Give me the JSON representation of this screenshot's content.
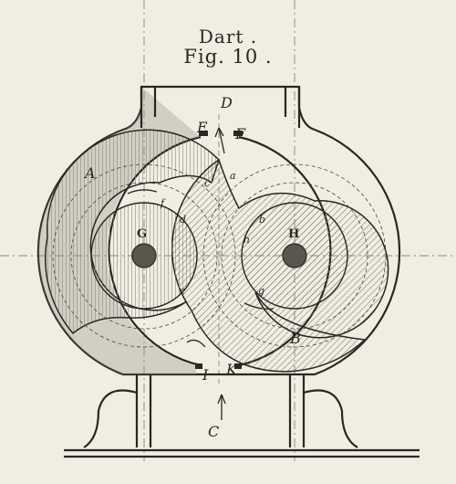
{
  "title": {
    "line1": "Dart .",
    "line2": "Fig. 10 ."
  },
  "labels": {
    "A": "A",
    "B": "B",
    "C": "C",
    "D": "D",
    "E": "E",
    "F": "F",
    "G": "G",
    "H": "H",
    "I": "I",
    "K": "K",
    "a": "a",
    "b": "b",
    "c": "c",
    "d": "d",
    "e": "e",
    "f": "f",
    "g": "g",
    "h": "h"
  },
  "colors": {
    "ink": "#2a2622",
    "paper": "#f1ede2",
    "hatch": "#9c968c"
  }
}
